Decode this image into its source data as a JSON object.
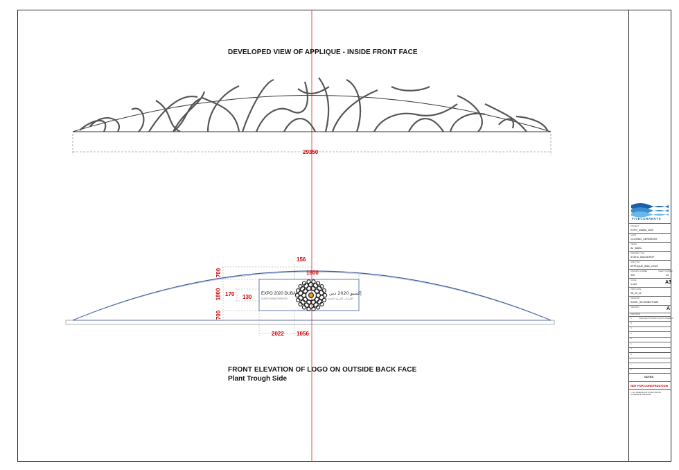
{
  "views": {
    "top_title": "DEVELOPED VIEW OF APPLIQUE - INSIDE FRONT FACE",
    "top_dimension": "29350",
    "bottom_title": "FRONT ELEVATION OF LOGO ON OUTSIDE BACK FACE",
    "bottom_subtitle": "Plant Trough Side"
  },
  "dimensions": {
    "d156": "156",
    "d1800_h": "1800",
    "d700_top": "700",
    "d1800_v": "1800",
    "d700_bottom": "700",
    "d170": "170",
    "d130": "130",
    "d2022": "2022",
    "d1056": "1056"
  },
  "logo": {
    "left_text": "EXPO 2020 DUBAI",
    "left_sub": "UNITED ARAB EMIRATES",
    "right_text": "إكسبو 2020 دبي",
    "right_sub": "الإمارات العربية المتحدة"
  },
  "title_block": {
    "brand": "FIVECURRENTS",
    "project_caption": "PROJECT",
    "project": "EXPO_DUBAI_2020",
    "show_caption": "SHOW",
    "show": "CLOSING_CEREMONY",
    "venue_caption": "VENUE",
    "venue": "AL_WASL",
    "drawing_title_caption": "DRAWING TITLE",
    "drawing_title": "STATIC_BACKDROP",
    "sub_title_caption": "SUB TITLE",
    "sub_title": "APPLIQUE_AND_LOGO",
    "drawing_number_caption": "DRAWING NUMBER",
    "sheet_number_caption": "SHEET NUMBER",
    "drawing_number": "900",
    "sheet_number": "03",
    "scale_caption": "SCALE",
    "scale": "1:100",
    "paper_size": "A3",
    "print_date_caption": "PRINT DATE",
    "print_date": "08_03_22",
    "drawn_by_caption": "DRAWN BY",
    "drawn_by": "SUZIE_HICKINBOTHAM",
    "revision_caption": "REVISION",
    "revision": "A",
    "rev_list_caption": "REVISIONS",
    "rev_a": "A",
    "rev_a_note": "CHECKED UPDATED LOGO PLACEMENT",
    "rev_letters": [
      "B",
      "C",
      "D",
      "E",
      "F",
      "G",
      "H",
      "I",
      "J",
      "K"
    ],
    "notes_label": "NOTES",
    "not_for_construction": "NOT FOR CONSTRUCTION",
    "note_1": "1. ALL DIMENSIONS IN MM UNLESS OTHERWISE SPECIFIED"
  },
  "colors": {
    "frame": "#222222",
    "centerline": "#e02020",
    "dimension": "#d00000",
    "elevation_outline": "#3a5aa8",
    "brand": "#1a5fa8"
  }
}
